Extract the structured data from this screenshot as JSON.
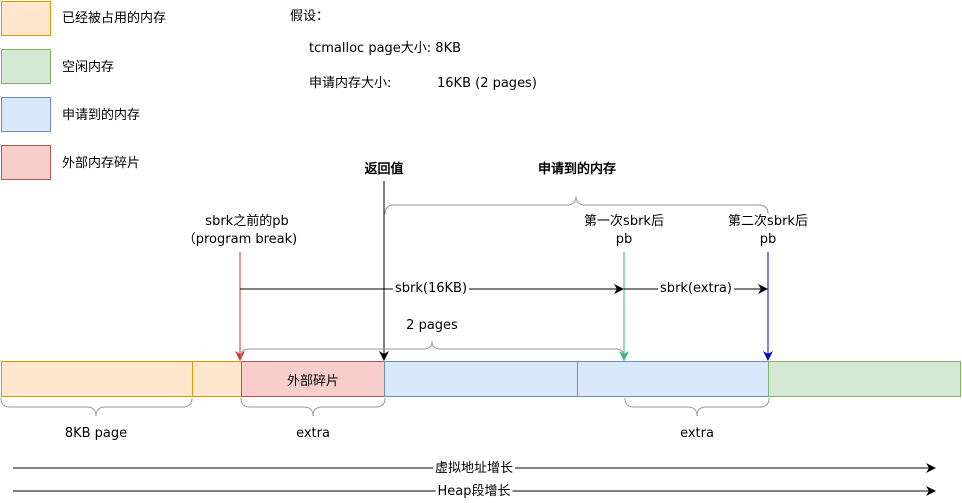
{
  "legend": [
    {
      "label": "已经被占用的内存",
      "fill": "#ffe6cc",
      "stroke": "#d79b00"
    },
    {
      "label": "空闲内存",
      "fill": "#d5e8d4",
      "stroke": "#82b366"
    },
    {
      "label": "申请到的内存",
      "fill": "#dae8fc",
      "stroke": "#6c8ebf"
    },
    {
      "label": "外部内存碎片",
      "fill": "#f8cecc",
      "stroke": "#b85450"
    }
  ],
  "assumptions": {
    "title": "假设：",
    "page_size": "tcmalloc page大小: 8KB",
    "request_label": "申请内存大小:",
    "request_value": "16KB (2 pages)"
  },
  "labels": {
    "return_value": "返回值",
    "allocated": "申请到的内存",
    "pb_before_line1": "sbrk之前的pb",
    "pb_before_line2": "（program break)",
    "first_sbrk_line1": "第一次sbrk后",
    "first_sbrk_line2": "pb",
    "second_sbrk_line1": "第二次sbrk后",
    "second_sbrk_line2": "pb",
    "sbrk_16kb": "sbrk(16KB)",
    "sbrk_extra": "sbrk(extra)",
    "two_pages": "2 pages",
    "fragment": "外部碎片",
    "page_8kb": "8KB page",
    "extra_left": "extra",
    "extra_right": "extra",
    "virtual_addr": "虚拟地址增长",
    "heap_growth": "Heap段增长"
  },
  "colors": {
    "red_arrow": "#d32f2f",
    "green_arrow": "#2eb872",
    "blue_arrow": "#0000cc",
    "black": "#000000",
    "bracket": "#999999"
  }
}
